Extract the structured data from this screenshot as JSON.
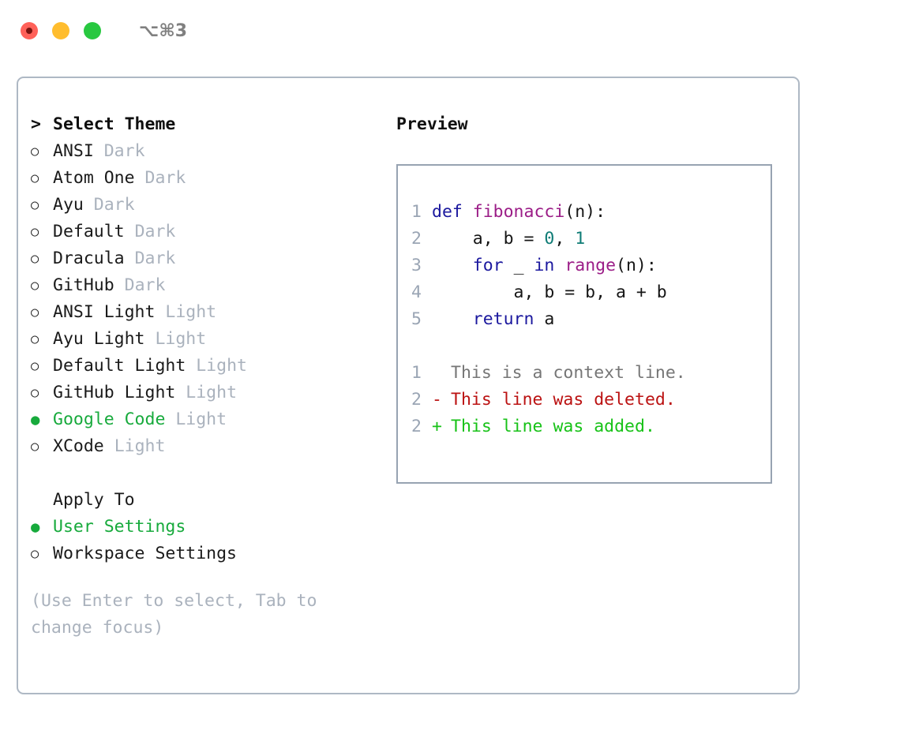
{
  "titlebar": {
    "lights": [
      "close",
      "minimize",
      "maximize"
    ],
    "shortcut": "⌥⌘3"
  },
  "theme_panel": {
    "header": {
      "marker": ">",
      "label": "Select Theme"
    },
    "items": [
      {
        "marker": "○",
        "label": "ANSI",
        "variant": "Dark",
        "selected": false
      },
      {
        "marker": "○",
        "label": "Atom One",
        "variant": "Dark",
        "selected": false
      },
      {
        "marker": "○",
        "label": "Ayu",
        "variant": "Dark",
        "selected": false
      },
      {
        "marker": "○",
        "label": "Default",
        "variant": "Dark",
        "selected": false
      },
      {
        "marker": "○",
        "label": "Dracula",
        "variant": "Dark",
        "selected": false
      },
      {
        "marker": "○",
        "label": "GitHub",
        "variant": "Dark",
        "selected": false
      },
      {
        "marker": "○",
        "label": "ANSI Light",
        "variant": "Light",
        "selected": false
      },
      {
        "marker": "○",
        "label": "Ayu Light",
        "variant": "Light",
        "selected": false
      },
      {
        "marker": "○",
        "label": "Default Light",
        "variant": "Light",
        "selected": false
      },
      {
        "marker": "○",
        "label": "GitHub Light",
        "variant": "Light",
        "selected": false
      },
      {
        "marker": "●",
        "label": "Google Code",
        "variant": "Light",
        "selected": true
      },
      {
        "marker": "○",
        "label": "XCode",
        "variant": "Light",
        "selected": false
      }
    ]
  },
  "apply_to": {
    "header": "Apply To",
    "options": [
      {
        "marker": "●",
        "label": "User Settings",
        "selected": true
      },
      {
        "marker": "○",
        "label": "Workspace Settings",
        "selected": false
      }
    ]
  },
  "hint": "(Use Enter to select, Tab to change focus)",
  "preview": {
    "title": "Preview",
    "code_lines": [
      {
        "number": "1",
        "tokens": [
          {
            "text": "def ",
            "kind": "kw"
          },
          {
            "text": "fibonacci",
            "kind": "fn"
          },
          {
            "text": "(n):",
            "kind": "pn"
          }
        ]
      },
      {
        "number": "2",
        "tokens": [
          {
            "text": "    a, b = ",
            "kind": "pn"
          },
          {
            "text": "0",
            "kind": "num"
          },
          {
            "text": ", ",
            "kind": "pn"
          },
          {
            "text": "1",
            "kind": "num"
          }
        ]
      },
      {
        "number": "3",
        "tokens": [
          {
            "text": "    ",
            "kind": "pn"
          },
          {
            "text": "for",
            "kind": "kw"
          },
          {
            "text": " _ ",
            "kind": "pn"
          },
          {
            "text": "in",
            "kind": "kw"
          },
          {
            "text": " ",
            "kind": "pn"
          },
          {
            "text": "range",
            "kind": "fn"
          },
          {
            "text": "(n):",
            "kind": "pn"
          }
        ]
      },
      {
        "number": "4",
        "tokens": [
          {
            "text": "        a, b = b, a + b",
            "kind": "pn"
          }
        ]
      },
      {
        "number": "5",
        "tokens": [
          {
            "text": "    ",
            "kind": "pn"
          },
          {
            "text": "return",
            "kind": "kw"
          },
          {
            "text": " a",
            "kind": "pn"
          }
        ]
      }
    ],
    "diff_lines": [
      {
        "number": "1",
        "mark": " ",
        "text": "This is a context line.",
        "kind": "context"
      },
      {
        "number": "2",
        "mark": "-",
        "text": "This line was deleted.",
        "kind": "deleted"
      },
      {
        "number": "2",
        "mark": "+",
        "text": "This line was added.",
        "kind": "added"
      }
    ]
  },
  "colors": {
    "accent_green": "#17aa3c",
    "keyword_blue": "#1b189e",
    "function_magenta": "#9b1d87",
    "number_teal": "#0f7c76",
    "diff_deleted": "#bb1212",
    "diff_added": "#17c217",
    "muted": "#aab2bd",
    "border": "#aeb8c4",
    "preview_border": "#97a3b2"
  }
}
